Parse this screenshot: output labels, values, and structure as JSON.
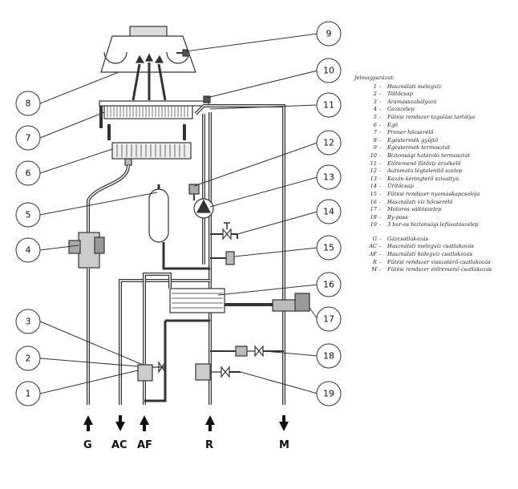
{
  "legend": {
    "title": "Jelmagyarázat:",
    "items": [
      {
        "num": "1",
        "text": "Használati melegvíz"
      },
      {
        "num": "2",
        "text": "Töltőcsap"
      },
      {
        "num": "3",
        "text": "Áramásszabályozó"
      },
      {
        "num": "4",
        "text": "Gázszelep"
      },
      {
        "num": "5",
        "text": "Fűtési rendszer tágulási tartálya"
      },
      {
        "num": "6",
        "text": "Égő"
      },
      {
        "num": "7",
        "text": "Primer hőcserélő"
      },
      {
        "num": "8",
        "text": "Égéstermék gyűjtő"
      },
      {
        "num": "9",
        "text": "Égéstermék termosztát"
      },
      {
        "num": "10",
        "text": "Biztonsági határoló termosztát"
      },
      {
        "num": "11",
        "text": "Előremenő fűtővíz érzékelő"
      },
      {
        "num": "12",
        "text": "Automata légtelenítő szelep"
      },
      {
        "num": "13",
        "text": "Kazán keringtető szivattyú"
      },
      {
        "num": "14",
        "text": "Ürítőcsap"
      },
      {
        "num": "15",
        "text": "Fűtési rendszer nyomáskapcsolója"
      },
      {
        "num": "16",
        "text": "Használati víz hőcserélő"
      },
      {
        "num": "17",
        "text": "Motoros váltószelep"
      },
      {
        "num": "18",
        "text": "By-pass"
      },
      {
        "num": "19",
        "text": "3 bar-os biztonsági lefúvatószelep"
      }
    ],
    "connections": [
      {
        "code": "G",
        "text": "Gázcsatlakozás"
      },
      {
        "code": "AC",
        "text": "Használati melegvíz csatlakozás"
      },
      {
        "code": "AF",
        "text": "Használati hidegvíz csatlakozás"
      },
      {
        "code": "R",
        "text": "Fűtési rendszer visszatérő csatlakozás"
      },
      {
        "code": "M",
        "text": "Fűtési rendszer előremenő csatlakozás"
      }
    ]
  },
  "bottom_labels": {
    "g": "G",
    "ac": "AC",
    "af": "AF",
    "r": "R",
    "m": "M"
  },
  "callouts": {
    "c1": "1",
    "c2": "2",
    "c3": "3",
    "c4": "4",
    "c5": "5",
    "c6": "6",
    "c7": "7",
    "c8": "8",
    "c9": "9",
    "c10": "10",
    "c11": "11",
    "c12": "12",
    "c13": "13",
    "c14": "14",
    "c15": "15",
    "c16": "16",
    "c17": "17",
    "c18": "18",
    "c19": "19"
  }
}
